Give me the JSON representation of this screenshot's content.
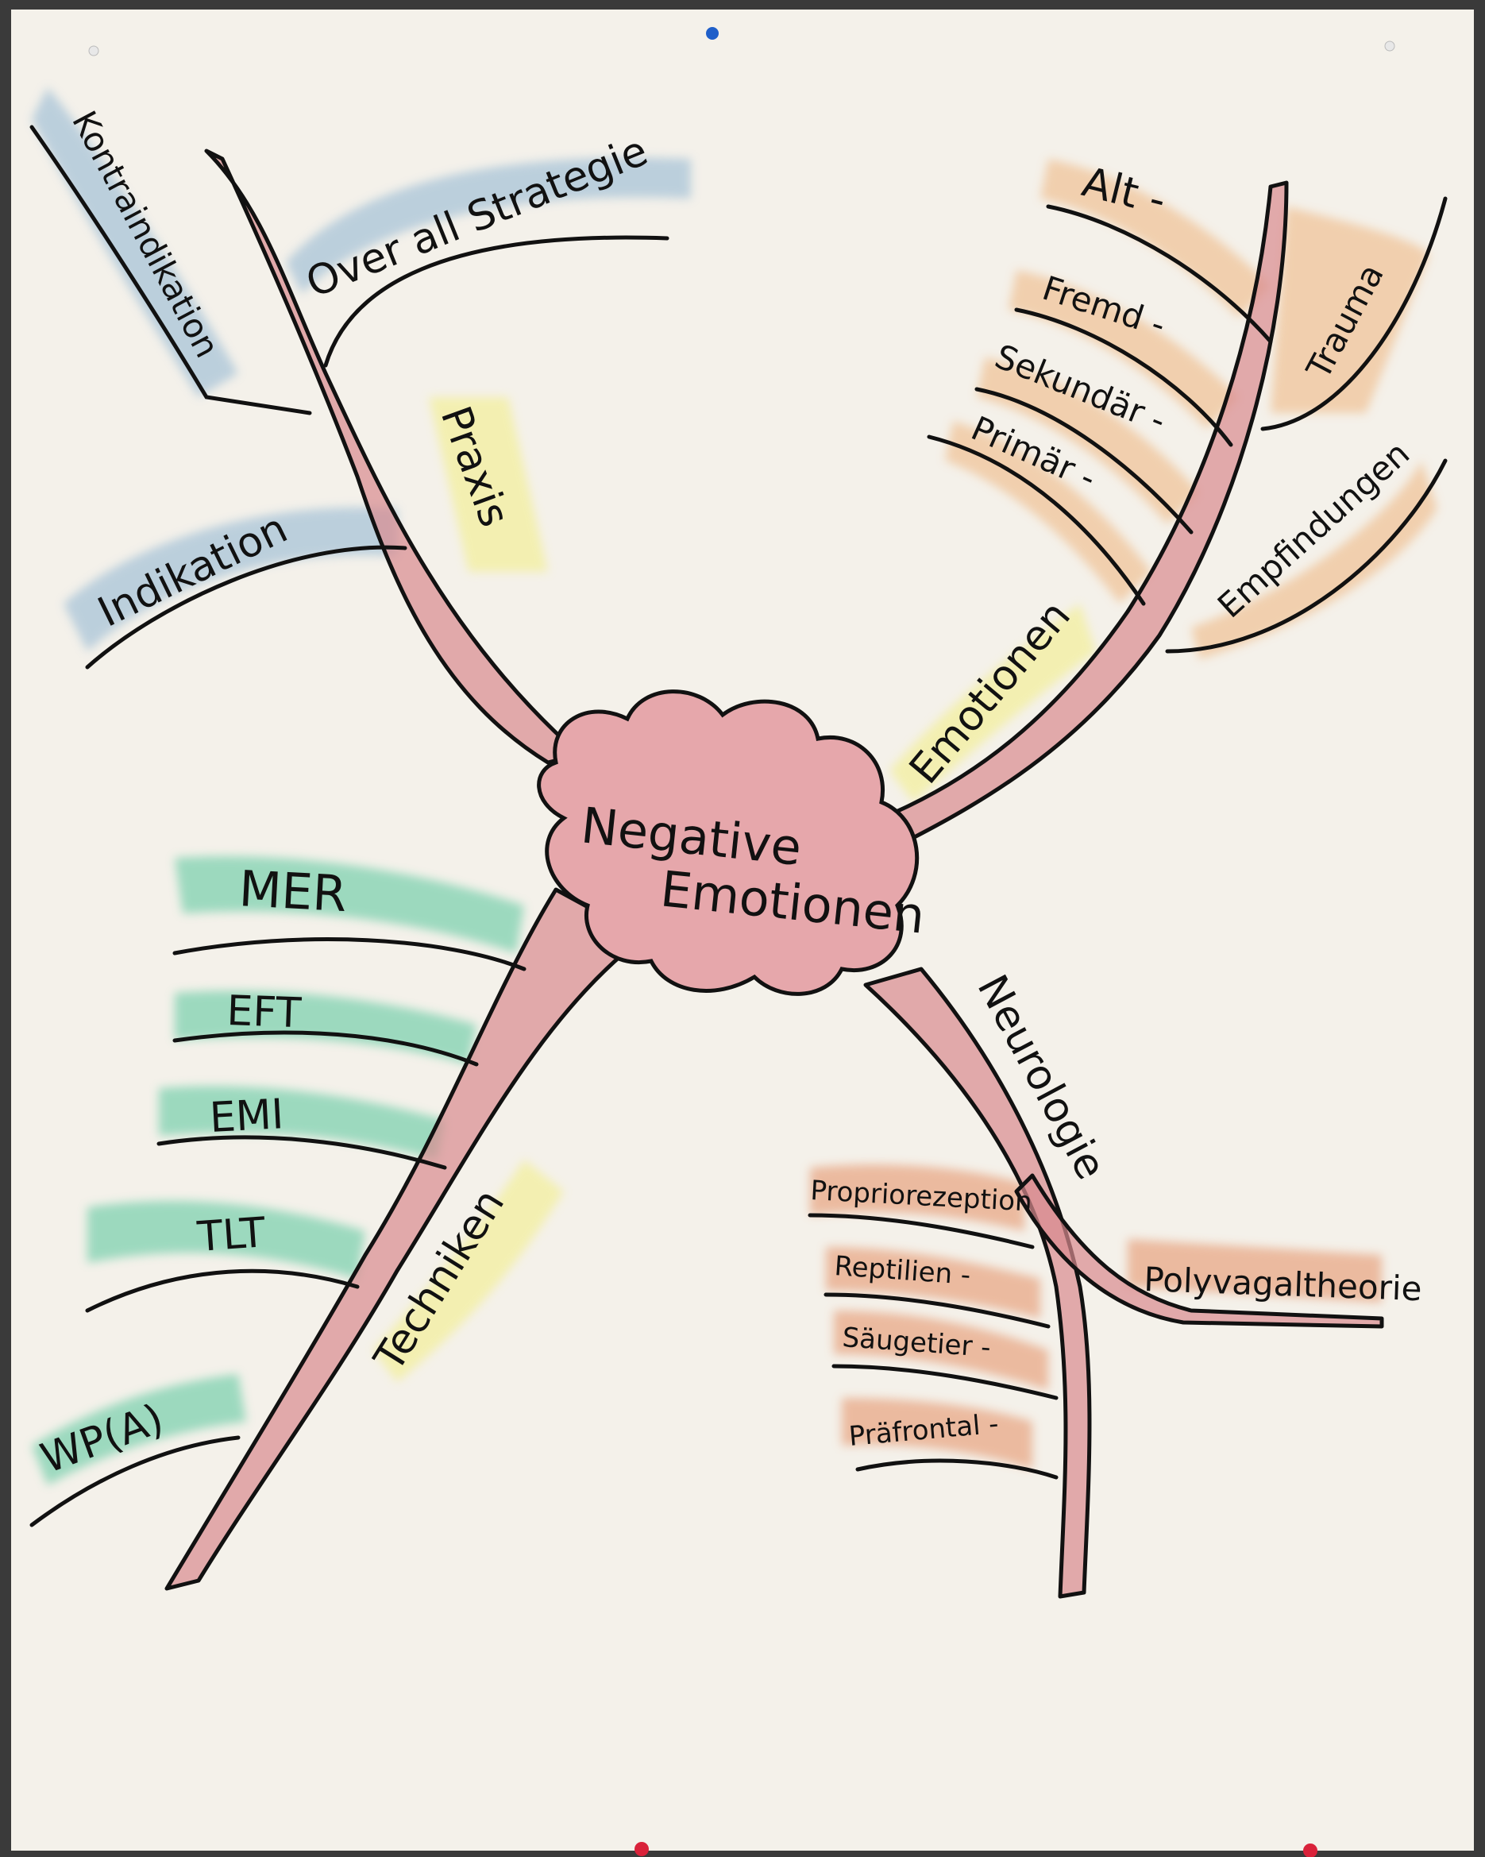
{
  "center": {
    "line1": "Negative",
    "line2": "Emotionen"
  },
  "branches": {
    "praxis": {
      "label": "Praxis",
      "subs": {
        "kontraindikation": "Kontraindikation",
        "overall": "Over all Strategie",
        "indikation": "Indikation"
      }
    },
    "emotionen": {
      "label": "Emotionen",
      "subs": {
        "alt": "Alt -",
        "fremd": "Fremd -",
        "sekundaer": "Sekundär -",
        "primaer": "Primär -",
        "trauma": "Trauma",
        "empfindungen": "Empfindungen"
      }
    },
    "techniken": {
      "label": "Techniken",
      "subs": {
        "mer": "MER",
        "eft": "EFT",
        "emi": "EMI",
        "tlt": "TLT",
        "wpa": "WP(A)"
      }
    },
    "neurologie": {
      "label": "Neurologie",
      "subs": {
        "proprio": "Propriorezeption",
        "reptilien": "Reptilien -",
        "saeugetier": "Säugetier -",
        "praefrontal": "Präfrontal -",
        "polyvagal": "Polyvagaltheorie"
      }
    }
  },
  "colors": {
    "paper": "#f4f1ea",
    "branch_red": "#d98a8e",
    "blue_highlight": "#a9c4d8",
    "green_highlight": "#7fd1b0",
    "orange_highlight": "#f0c49a",
    "yellow_highlight": "#f3ef9e",
    "ink": "#111111",
    "pin_blue": "#1f5fc9",
    "pin_red": "#d9223a"
  }
}
